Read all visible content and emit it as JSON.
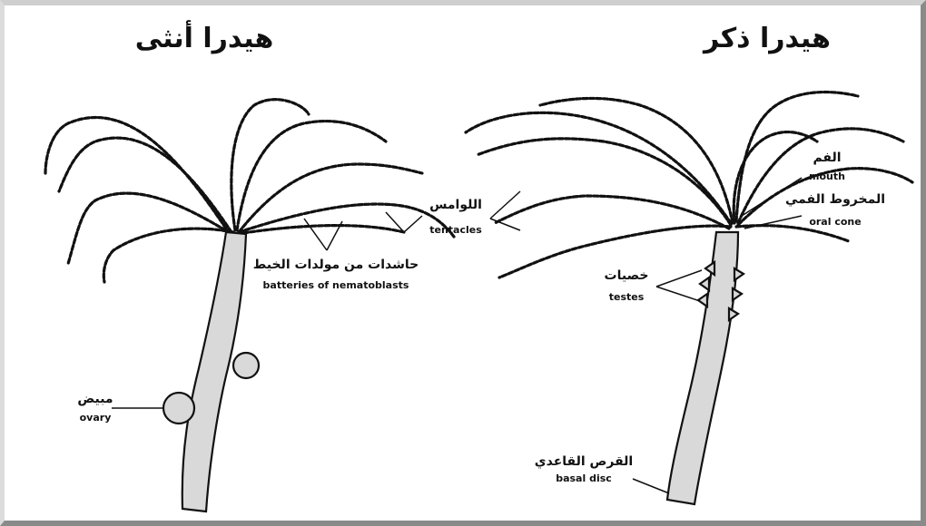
{
  "titles": {
    "female": "هيدرا أنثى",
    "male": "هيدرا ذكر"
  },
  "labels": {
    "batteries_ar": "حاشدات من مولدات الخيط",
    "batteries_en": "batteries of nematoblasts",
    "ovary_ar": "مبيض",
    "ovary_en": "ovary",
    "tentacles_ar": "اللوامس",
    "tentacles_en": "tentacles",
    "mouth_ar": "الفم",
    "mouth_en": "mouth",
    "oral_cone_ar": "المخروط الفمي",
    "oral_cone_en": "oral cone",
    "testes_ar": "خصيات",
    "testes_en": "testes",
    "basal_disc_ar": "القرص القاعدي",
    "basal_disc_en": "basal disc"
  },
  "colors": {
    "ink": "#111111",
    "stipple": "#d9d9d9"
  }
}
